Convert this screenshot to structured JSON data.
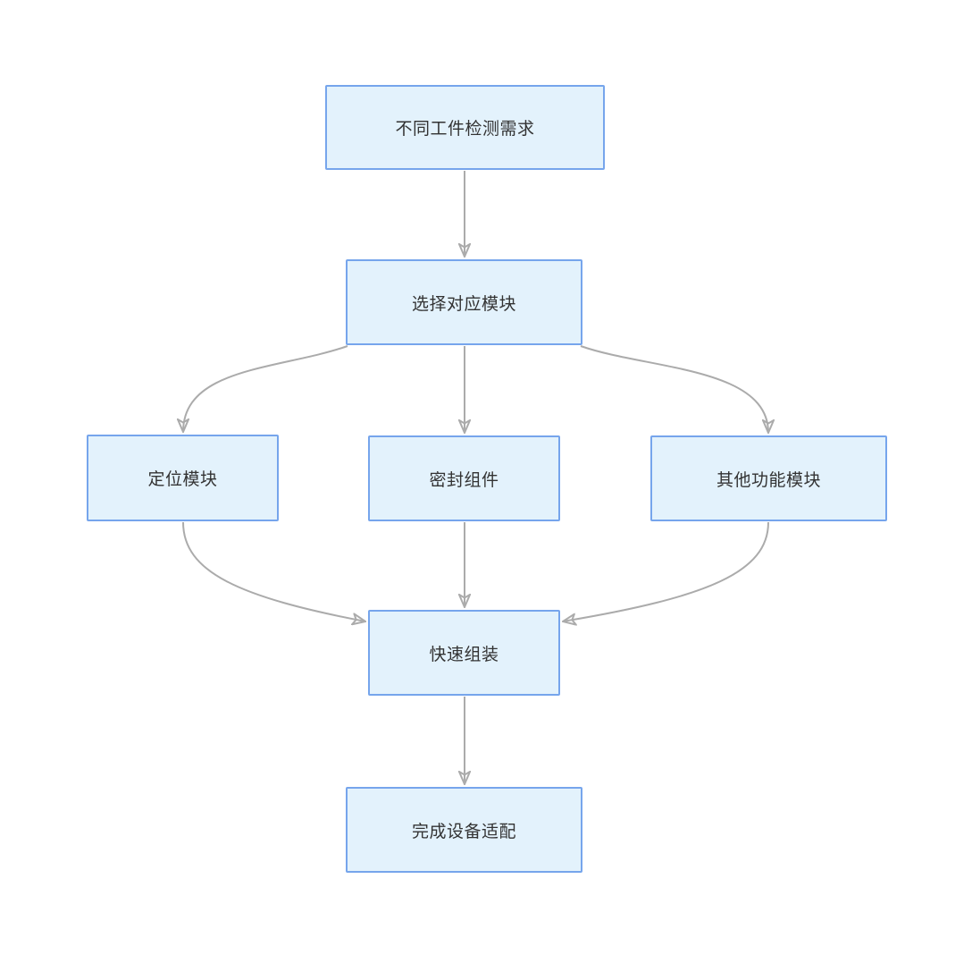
{
  "diagram": {
    "type": "flowchart",
    "theme": {
      "bg": "#ffffff",
      "node_fill": "#e3f2fc",
      "node_border": "#76a5ec",
      "edge_color": "#ababab",
      "arrow_fill": "#a3a3a3",
      "arrow_stroke": "#8c8c8c",
      "text_color": "#333333"
    },
    "nodes": [
      {
        "id": "requirements",
        "label": "不同工件检测需求"
      },
      {
        "id": "select-module",
        "label": "选择对应模块"
      },
      {
        "id": "positioning-module",
        "label": "定位模块"
      },
      {
        "id": "sealing-component",
        "label": "密封组件"
      },
      {
        "id": "other-function-module",
        "label": "其他功能模块"
      },
      {
        "id": "quick-assembly",
        "label": "快速组装"
      },
      {
        "id": "device-adaptation",
        "label": "完成设备适配"
      }
    ],
    "edges": [
      {
        "from": "requirements",
        "to": "select-module",
        "shape": "straight"
      },
      {
        "from": "select-module",
        "to": "positioning-module",
        "shape": "curve"
      },
      {
        "from": "select-module",
        "to": "sealing-component",
        "shape": "straight"
      },
      {
        "from": "select-module",
        "to": "other-function-module",
        "shape": "curve"
      },
      {
        "from": "positioning-module",
        "to": "quick-assembly",
        "shape": "curve"
      },
      {
        "from": "sealing-component",
        "to": "quick-assembly",
        "shape": "straight"
      },
      {
        "from": "other-function-module",
        "to": "quick-assembly",
        "shape": "curve"
      },
      {
        "from": "quick-assembly",
        "to": "device-adaptation",
        "shape": "straight"
      }
    ]
  }
}
